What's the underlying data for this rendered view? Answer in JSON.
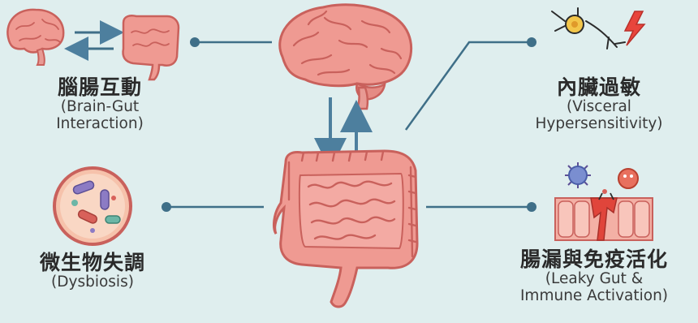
{
  "center": {
    "brain_icon": "brain-icon",
    "intestine_icon": "intestine-icon",
    "arrows": [
      "brain-to-gut-arrow",
      "gut-to-brain-arrow"
    ]
  },
  "nodes": [
    {
      "key": "brain_gut",
      "title_zh": "腦腸互動",
      "subtitle_en_lines": [
        "(Brain-Gut",
        "Interaction)"
      ],
      "icon": "brain-gut-exchange-icon"
    },
    {
      "key": "visceral",
      "title_zh": "內臟過敏",
      "subtitle_en_lines": [
        "(Visceral",
        "Hypersensitivity)"
      ],
      "icon": "nerve-lightning-icon"
    },
    {
      "key": "dysbiosis",
      "title_zh": "微生物失調",
      "subtitle_en_lines": [
        "(Dysbiosis)"
      ],
      "icon": "microbes-dish-icon"
    },
    {
      "key": "leaky",
      "title_zh": "腸漏與免疫活化",
      "subtitle_en_lines": [
        "(Leaky Gut &",
        "Immune Activation)"
      ],
      "icon": "leaky-gut-immune-icon"
    }
  ],
  "colors": {
    "background": "#dfeeee",
    "organ_pink": "#ef9a92",
    "organ_outline": "#c9615c",
    "connector": "#3f6f88",
    "arrow_blue": "#4d7f9e",
    "lightning_red": "#e8453c"
  }
}
